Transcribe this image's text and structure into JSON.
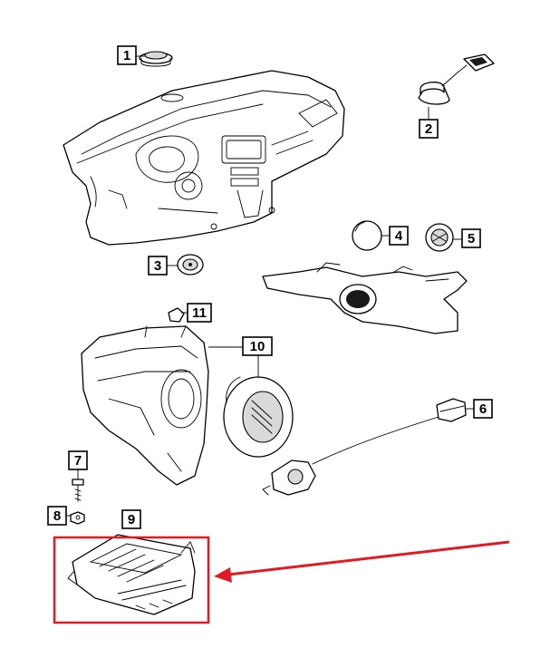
{
  "colors": {
    "highlight": "#e01b24",
    "ink": "#000000"
  },
  "callouts": [
    {
      "id": "c1",
      "label": "1"
    },
    {
      "id": "c2",
      "label": "2"
    },
    {
      "id": "c3",
      "label": "3"
    },
    {
      "id": "c4",
      "label": "4"
    },
    {
      "id": "c5",
      "label": "5"
    },
    {
      "id": "c6",
      "label": "6"
    },
    {
      "id": "c7",
      "label": "7"
    },
    {
      "id": "c8",
      "label": "8"
    },
    {
      "id": "c9",
      "label": "9"
    },
    {
      "id": "c10",
      "label": "10"
    },
    {
      "id": "c11",
      "label": "11"
    }
  ],
  "highlighted_callout": "9"
}
